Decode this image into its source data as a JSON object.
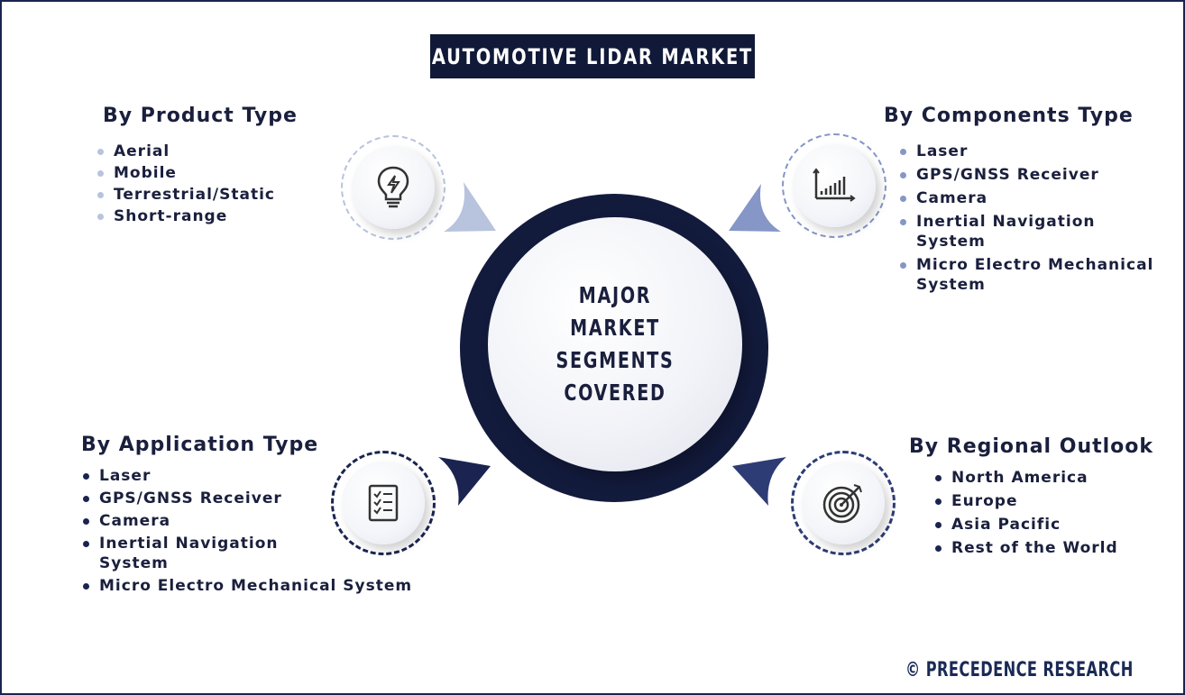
{
  "title": "AUTOMOTIVE LIDAR MARKET",
  "center": {
    "lines": [
      "MAJOR",
      "MARKET",
      "SEGMENTS",
      "COVERED"
    ]
  },
  "segments": {
    "product": {
      "heading": "By Product Type",
      "icon": "lightbulb-icon",
      "items": [
        "Aerial",
        "Mobile",
        "Terrestrial/Static",
        "Short-range"
      ]
    },
    "components": {
      "heading": "By Components Type",
      "icon": "bar-chart-icon",
      "items": [
        "Laser",
        "GPS/GNSS Receiver",
        "Camera",
        "Inertial Navigation System",
        "Micro Electro Mechanical System"
      ]
    },
    "application": {
      "heading": "By Application Type",
      "icon": "checklist-icon",
      "items": [
        "Laser",
        "GPS/GNSS Receiver",
        "Camera",
        "Inertial Navigation System",
        "Micro Electro Mechanical System"
      ]
    },
    "regional": {
      "heading": "By Regional Outlook",
      "icon": "target-icon",
      "items": [
        "North America",
        "Europe",
        "Asia Pacific",
        "Rest of the World"
      ]
    }
  },
  "footer": "© PRECEDENCE RESEARCH",
  "colors": {
    "navy": "#111938",
    "light_blue": "#b8c3dd",
    "mid_blue": "#8596c7",
    "dark_blue": "#1b2450"
  }
}
